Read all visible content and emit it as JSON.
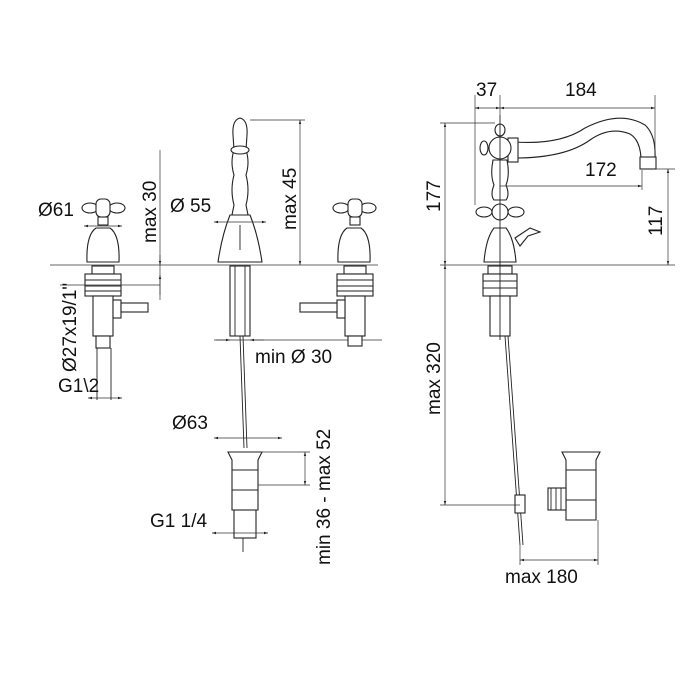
{
  "title": "Three-hole basin mixer technical drawing",
  "dimensions": {
    "d61": "Ø61",
    "max30": "max 30",
    "d55": "Ø 55",
    "max45": "max 45",
    "thread": "Ø27x19/1\"",
    "g12": "G1\\2",
    "min_d30": "min Ø 30",
    "d63": "Ø63",
    "g114": "G1 1/4",
    "min36max52": "min 36 - max 52",
    "d37": "37",
    "d184": "184",
    "d172": "172",
    "d177": "177",
    "d117": "117",
    "max320": "max 320",
    "max180": "max 180"
  }
}
